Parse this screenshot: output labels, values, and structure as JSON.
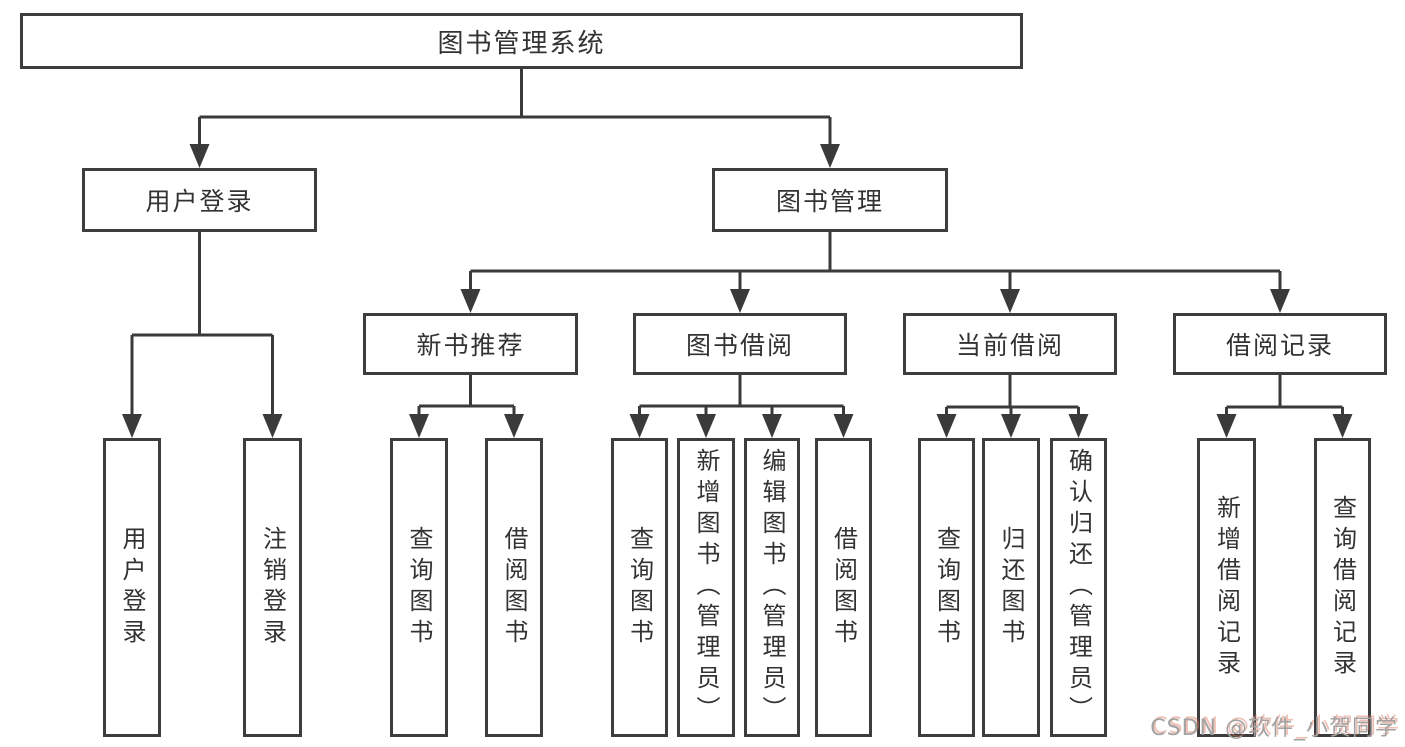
{
  "diagram": {
    "title": "图书管理系统",
    "nodes": [
      {
        "id": "root",
        "label": "图书管理系统",
        "level": 1,
        "parent": null,
        "vertical": false
      },
      {
        "id": "login",
        "label": "用户登录",
        "level": 2,
        "parent": "root",
        "vertical": false
      },
      {
        "id": "mgmt",
        "label": "图书管理",
        "level": 2,
        "parent": "root",
        "vertical": false
      },
      {
        "id": "newbook",
        "label": "新书推荐",
        "level": 3,
        "parent": "mgmt",
        "vertical": false
      },
      {
        "id": "borrow",
        "label": "图书借阅",
        "level": 3,
        "parent": "mgmt",
        "vertical": false
      },
      {
        "id": "current",
        "label": "当前借阅",
        "level": 3,
        "parent": "mgmt",
        "vertical": false
      },
      {
        "id": "records",
        "label": "借阅记录",
        "level": 3,
        "parent": "mgmt",
        "vertical": false
      },
      {
        "id": "user-login",
        "label": "用户登录",
        "level": 4,
        "parent": "login",
        "vertical": true
      },
      {
        "id": "logout",
        "label": "注销登录",
        "level": 4,
        "parent": "login",
        "vertical": true
      },
      {
        "id": "nb-query",
        "label": "查询图书",
        "level": 4,
        "parent": "newbook",
        "vertical": true
      },
      {
        "id": "nb-borrow",
        "label": "借阅图书",
        "level": 4,
        "parent": "newbook",
        "vertical": true
      },
      {
        "id": "bw-query",
        "label": "查询图书",
        "level": 4,
        "parent": "borrow",
        "vertical": true
      },
      {
        "id": "bw-add",
        "label": "新增图书（管理员）",
        "level": 4,
        "parent": "borrow",
        "vertical": true
      },
      {
        "id": "bw-edit",
        "label": "编辑图书（管理员）",
        "level": 4,
        "parent": "borrow",
        "vertical": true
      },
      {
        "id": "bw-borrow",
        "label": "借阅图书",
        "level": 4,
        "parent": "borrow",
        "vertical": true
      },
      {
        "id": "cu-query",
        "label": "查询图书",
        "level": 4,
        "parent": "current",
        "vertical": true
      },
      {
        "id": "cu-return",
        "label": "归还图书",
        "level": 4,
        "parent": "current",
        "vertical": true
      },
      {
        "id": "cu-confirm",
        "label": "确认归还（管理员）",
        "level": 4,
        "parent": "current",
        "vertical": true
      },
      {
        "id": "rc-add",
        "label": "新增借阅记录",
        "level": 4,
        "parent": "records",
        "vertical": true
      },
      {
        "id": "rc-query",
        "label": "查询借阅记录",
        "level": 4,
        "parent": "records",
        "vertical": true
      }
    ]
  },
  "watermark": {
    "text": "CSDN @软件_小贺同学"
  },
  "colors": {
    "background": "#ffffff",
    "box_border": "#3d3d3d",
    "line": "#3a3a3a",
    "text": "#333333",
    "watermark_text": "#a2a2a2",
    "watermark_shadow": "#db7058"
  }
}
